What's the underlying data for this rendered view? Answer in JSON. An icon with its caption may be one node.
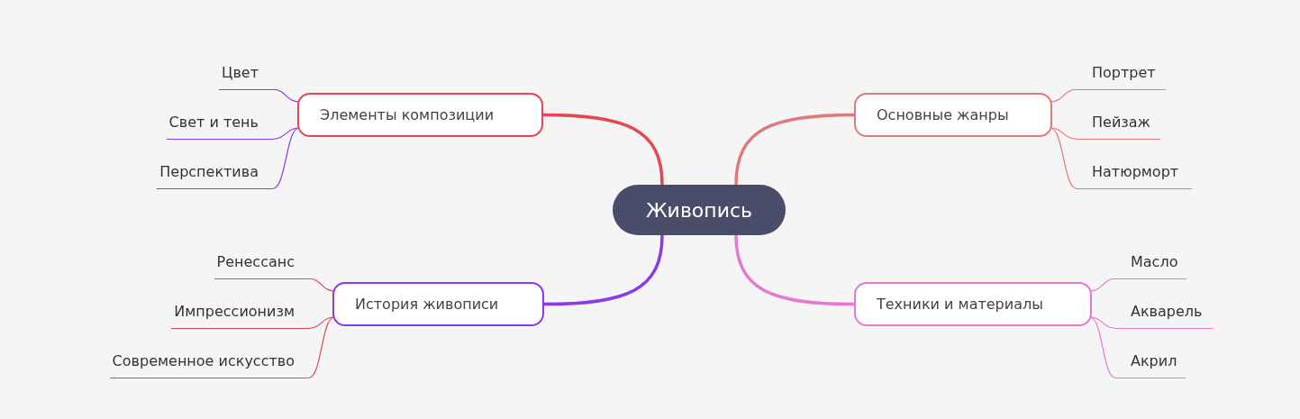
{
  "diagram": {
    "nodes": [
      {
        "text": [
          "Живопись"
        ]
      },
      {
        "text": [
          "Элементы композиции"
        ]
      },
      {
        "text": [
          "Основные жанры"
        ]
      },
      {
        "text": [
          "История живописи"
        ]
      },
      {
        "text": [
          "Техники и материалы"
        ]
      },
      {
        "text": [
          "Цвет"
        ]
      },
      {
        "text": [
          "Свет и тень"
        ]
      },
      {
        "text": [
          "Перспектива"
        ]
      },
      {
        "text": [
          "Портрет"
        ]
      },
      {
        "text": [
          "Пейзаж"
        ]
      },
      {
        "text": [
          "Натюрморт"
        ]
      },
      {
        "text": [
          "Ренессанс"
        ]
      },
      {
        "text": [
          "Импрессионизм"
        ]
      },
      {
        "text": [
          "Современное искусство"
        ]
      },
      {
        "text": [
          "Масло"
        ]
      },
      {
        "text": [
          "Акварель"
        ]
      },
      {
        "text": [
          "Акрил"
        ]
      }
    ],
    "edges": [
      {
        "from": 0,
        "to": 1,
        "arrow": "none",
        "style": "thick",
        "color": "#e5474f"
      },
      {
        "from": 0,
        "to": 2,
        "arrow": "none",
        "style": "thick",
        "color": "#e07a7a"
      },
      {
        "from": 0,
        "to": 3,
        "arrow": "none",
        "style": "thick",
        "color": "#8a3ae8"
      },
      {
        "from": 0,
        "to": 4,
        "arrow": "none",
        "style": "thick",
        "color": "#e877d2"
      },
      {
        "from": 1,
        "to": 5,
        "arrow": "none",
        "color": "#8a3ae8"
      },
      {
        "from": 1,
        "to": 6,
        "arrow": "none",
        "color": "#8a3ae8"
      },
      {
        "from": 1,
        "to": 7,
        "arrow": "none",
        "color": "#8a3ae8"
      },
      {
        "from": 2,
        "to": 8,
        "arrow": "none",
        "color": "#e07a7a"
      },
      {
        "from": 2,
        "to": 9,
        "arrow": "none",
        "color": "#e07a7a"
      },
      {
        "from": 2,
        "to": 10,
        "arrow": "none",
        "color": "#e07a7a"
      },
      {
        "from": 3,
        "to": 11,
        "arrow": "none",
        "color": "#e5474f"
      },
      {
        "from": 3,
        "to": 12,
        "arrow": "none",
        "color": "#e5474f"
      },
      {
        "from": 3,
        "to": 13,
        "arrow": "none",
        "color": "#e5474f"
      },
      {
        "from": 4,
        "to": 14,
        "arrow": "none",
        "color": "#e877d2"
      },
      {
        "from": 4,
        "to": 15,
        "arrow": "none",
        "color": "#e877d2"
      },
      {
        "from": 4,
        "to": 16,
        "arrow": "none",
        "color": "#e877d2"
      }
    ]
  }
}
